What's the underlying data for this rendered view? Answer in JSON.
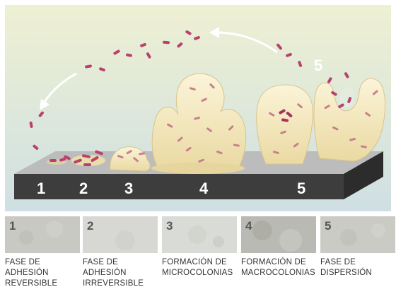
{
  "illustration": {
    "stage_numbers": [
      "1",
      "2",
      "3",
      "4",
      "5"
    ],
    "dispersion_label": "5"
  },
  "micrographs": [
    {
      "number": "1",
      "tone": "#c9c9c4"
    },
    {
      "number": "2",
      "tone": "#d7d8d4"
    },
    {
      "number": "3",
      "tone": "#d9dbd6"
    },
    {
      "number": "4",
      "tone": "#b9bab3"
    },
    {
      "number": "5",
      "tone": "#cbcbc5"
    }
  ],
  "phases": [
    {
      "line1": "FASE DE",
      "line2": "ADHESIÓN",
      "line3": "REVERSIBLE"
    },
    {
      "line1": "FASE DE",
      "line2": "ADHESIÓN",
      "line3": "IRREVERSIBLE"
    },
    {
      "line1": "FORMACIÓN DE",
      "line2": "MICROCOLONIAS",
      "line3": ""
    },
    {
      "line1": "FORMACIÓN DE",
      "line2": "MACROCOLONIAS",
      "line3": ""
    },
    {
      "line1": "FASE DE",
      "line2": "DISPERSIÓN",
      "line3": ""
    }
  ],
  "colors": {
    "bg_top": "#eef0d2",
    "bg_bottom": "#cfdfe3",
    "slab_top": "#bdbdbd",
    "slab_front": "#3e3e3e",
    "colony": "#f3e6b8",
    "colony_edge": "#d8c58a",
    "bacteria": "#b8426d",
    "arrow": "#ffffff"
  }
}
